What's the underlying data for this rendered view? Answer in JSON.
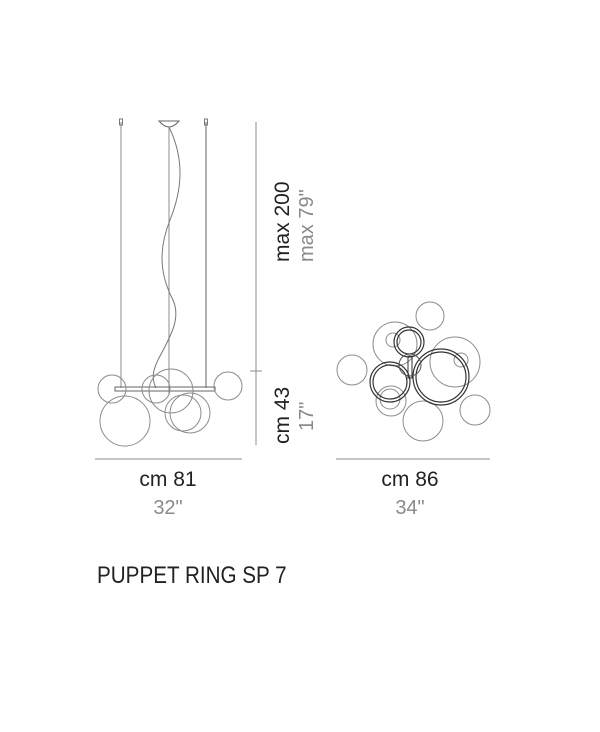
{
  "product": {
    "name": "PUPPET RING SP 7"
  },
  "side_view": {
    "width_cm": "cm 81",
    "width_in": "32\"",
    "max_height_cm": "max 200",
    "max_height_in": "max 79\"",
    "body_height_cm": "cm 43",
    "body_height_in": "17\""
  },
  "top_view": {
    "diameter_cm": "cm 86",
    "diameter_in": "34\""
  },
  "colors": {
    "line": "#8c8c8c",
    "text_dark": "#222222",
    "text_light": "#8a8a8a"
  }
}
